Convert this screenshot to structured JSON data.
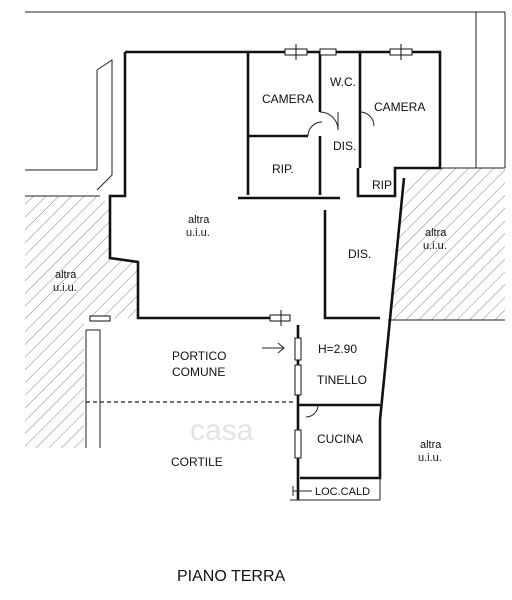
{
  "plan": {
    "floor_title": "PIANO TERRA",
    "watermark": "casa",
    "rooms": {
      "camera_left": "CAMERA",
      "wc": "W.C.",
      "camera_right": "CAMERA",
      "dis_upper": "DIS.",
      "rip_left": "RIP.",
      "rip_right": "RIP",
      "dis_lower": "DIS.",
      "tinello": "TINELLO",
      "cucina": "CUCINA",
      "loc_cald": "LOC.CALD",
      "portico_line1": "PORTICO",
      "portico_line2": "COMUNE",
      "cortile": "CORTILE",
      "height_note": "H=2.90"
    },
    "other_units": {
      "center_line1": "altra",
      "center_line2": "u.i.u.",
      "left_line1": "altra",
      "left_line2": "u.i.u.",
      "right_top_line1": "altra",
      "right_top_line2": "u.i.u.",
      "right_bottom_line1": "altra",
      "right_bottom_line2": "u.i.u."
    }
  }
}
